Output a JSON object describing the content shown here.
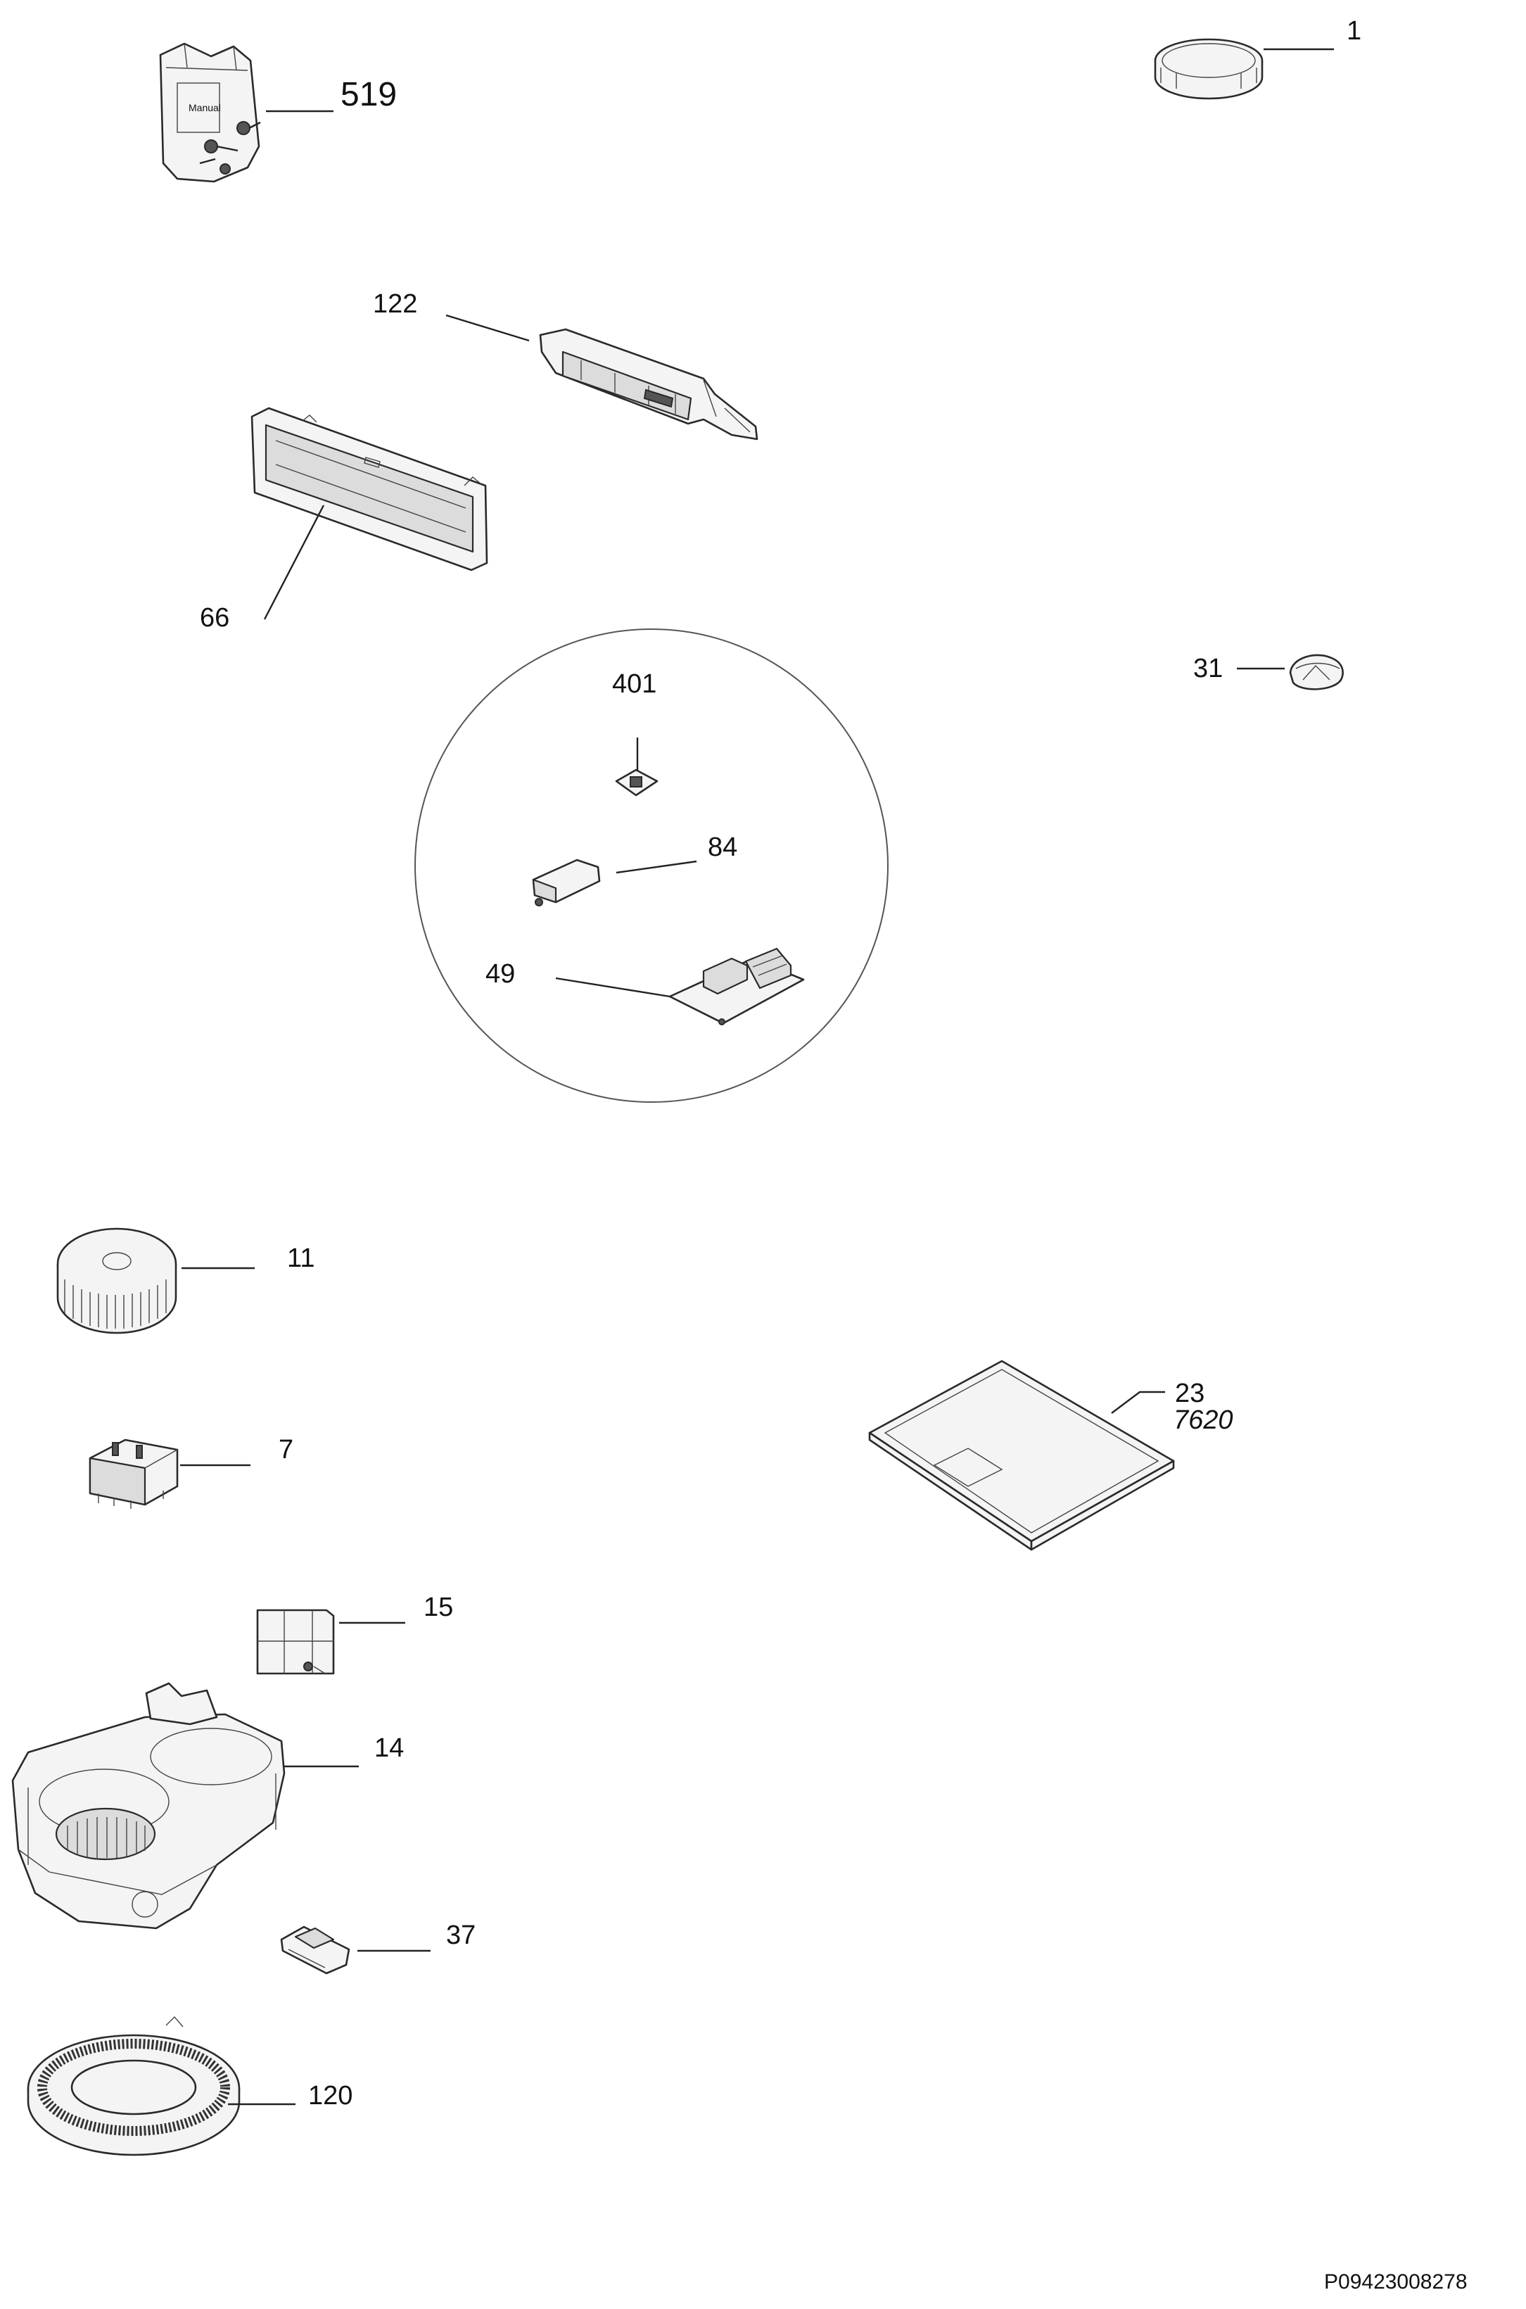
{
  "parts": [
    {
      "id": "p519",
      "number": "519"
    },
    {
      "id": "p1",
      "number": "1"
    },
    {
      "id": "p122",
      "number": "122"
    },
    {
      "id": "p66",
      "number": "66"
    },
    {
      "id": "p31",
      "number": "31"
    },
    {
      "id": "p401",
      "number": "401"
    },
    {
      "id": "p84",
      "number": "84"
    },
    {
      "id": "p49",
      "number": "49"
    },
    {
      "id": "p11",
      "number": "11"
    },
    {
      "id": "p7",
      "number": "7"
    },
    {
      "id": "p23",
      "number": "23",
      "alt_number": "7620"
    },
    {
      "id": "p15",
      "number": "15"
    },
    {
      "id": "p14",
      "number": "14"
    },
    {
      "id": "p37",
      "number": "37"
    },
    {
      "id": "p120",
      "number": "120"
    }
  ],
  "bag_text": "Manual",
  "drawing_ref": "P09423008278"
}
